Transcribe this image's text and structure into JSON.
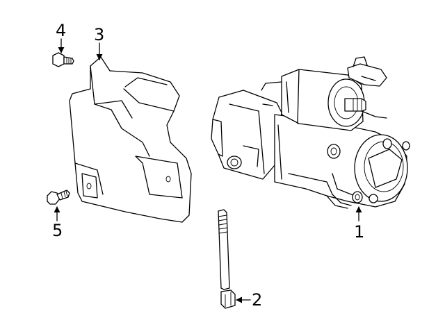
{
  "callouts": [
    {
      "id": "1",
      "text": "1"
    },
    {
      "id": "2",
      "text": "2"
    },
    {
      "id": "3",
      "text": "3"
    },
    {
      "id": "4",
      "text": "4"
    },
    {
      "id": "5",
      "text": "5"
    }
  ],
  "parts": {
    "starter": "starter-motor",
    "long_bolt": "mounting-bolt",
    "heat_shield": "heat-shield",
    "shield_bolt_top": "shield-bolt",
    "shield_bolt_left": "shield-bolt"
  }
}
